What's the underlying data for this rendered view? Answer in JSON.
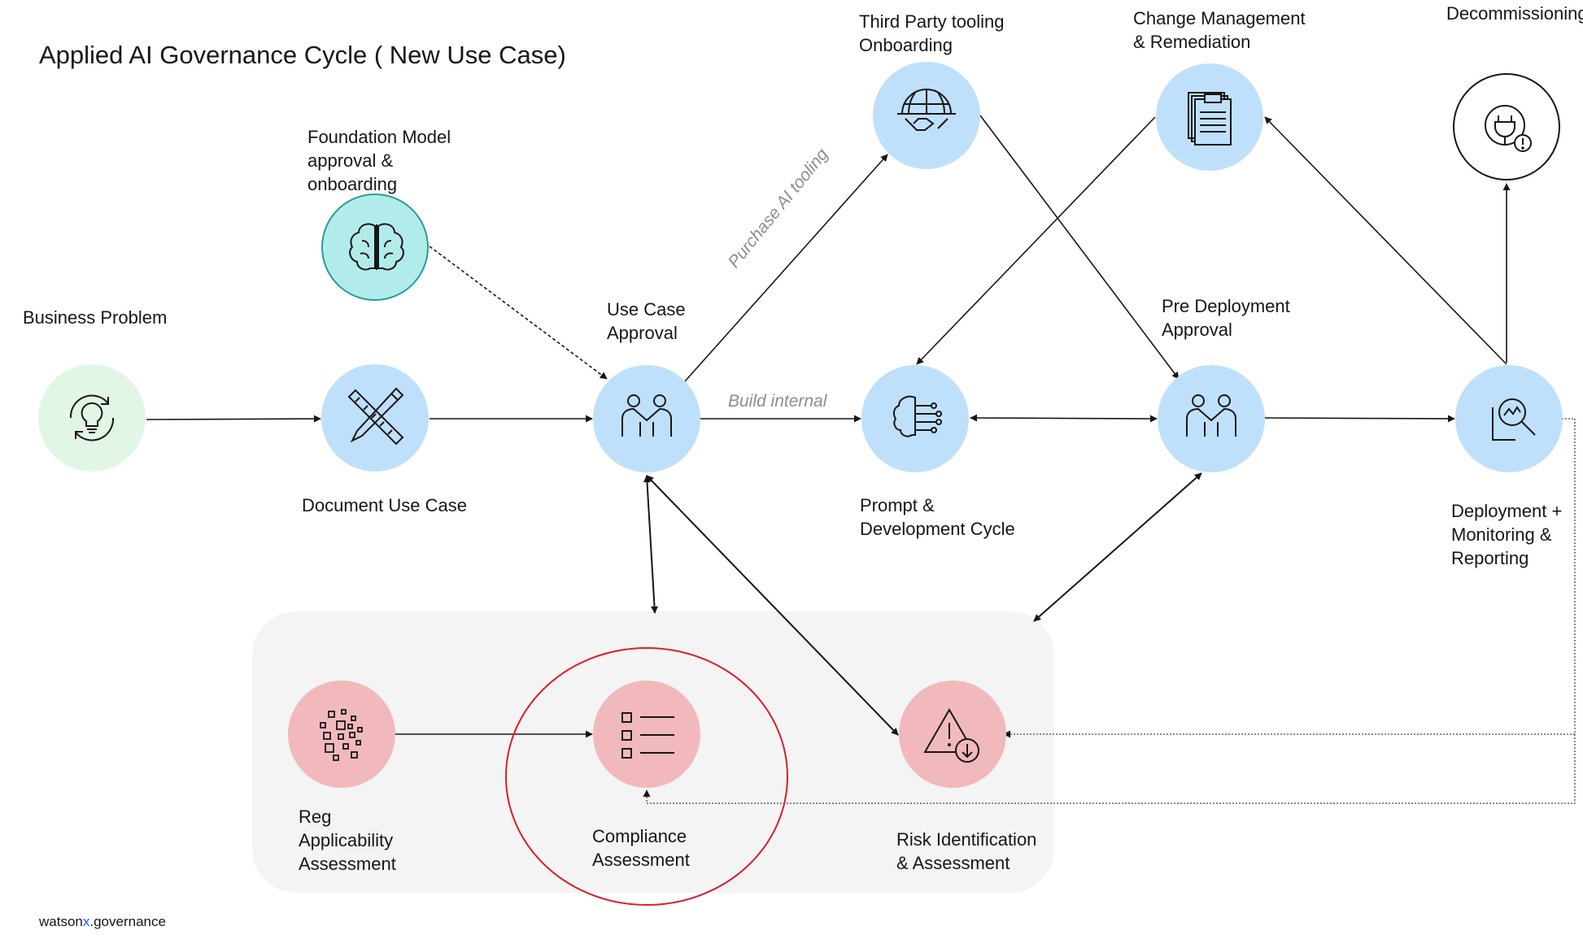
{
  "title": "Applied AI Governance Cycle ( New Use Case)",
  "nodes": {
    "business_problem": "Business Problem",
    "document_use_case": "Document Use Case",
    "foundation_model": "Foundation Model\napproval &\nonboarding",
    "use_case_approval": "Use Case\nApproval",
    "third_party": "Third Party tooling\nOnboarding",
    "change_management": "Change Management\n& Remediation",
    "decommissioning": "Decommissioning",
    "prompt_dev": "Prompt &\nDevelopment Cycle",
    "pre_deployment": "Pre Deployment\nApproval",
    "deployment": "Deployment +\nMonitoring &\nReporting",
    "reg_applicability": "Reg\nApplicability\nAssessment",
    "compliance": "Compliance\nAssessment",
    "risk": "Risk Identification\n& Assessment"
  },
  "edge_labels": {
    "purchase": "Purchase AI tooling",
    "build": "Build internal"
  },
  "brand": {
    "prefix": "watson",
    "x": "x",
    "suffix": ".governance"
  },
  "icons": {
    "business_problem": "lightbulb-cycle-icon",
    "document_use_case": "pencil-ruler-icon",
    "foundation_model": "brain-icon",
    "use_case_approval": "people-approval-icon",
    "third_party": "globe-handshake-icon",
    "change_management": "clipboard-documents-icon",
    "decommissioning": "plug-warning-icon",
    "prompt_dev": "brain-circuit-icon",
    "pre_deployment": "people-approval-icon",
    "deployment": "report-magnifier-icon",
    "reg_applicability": "scattered-squares-icon",
    "compliance": "checklist-icon",
    "risk": "warning-download-icon"
  },
  "colors": {
    "blue": "#bfe0fb",
    "green": "#e2f6e6",
    "teal": "#b2ecea",
    "pink": "#f2b9bc",
    "highlight_ring": "#da1e28",
    "brand_x": "#0f62fe"
  }
}
